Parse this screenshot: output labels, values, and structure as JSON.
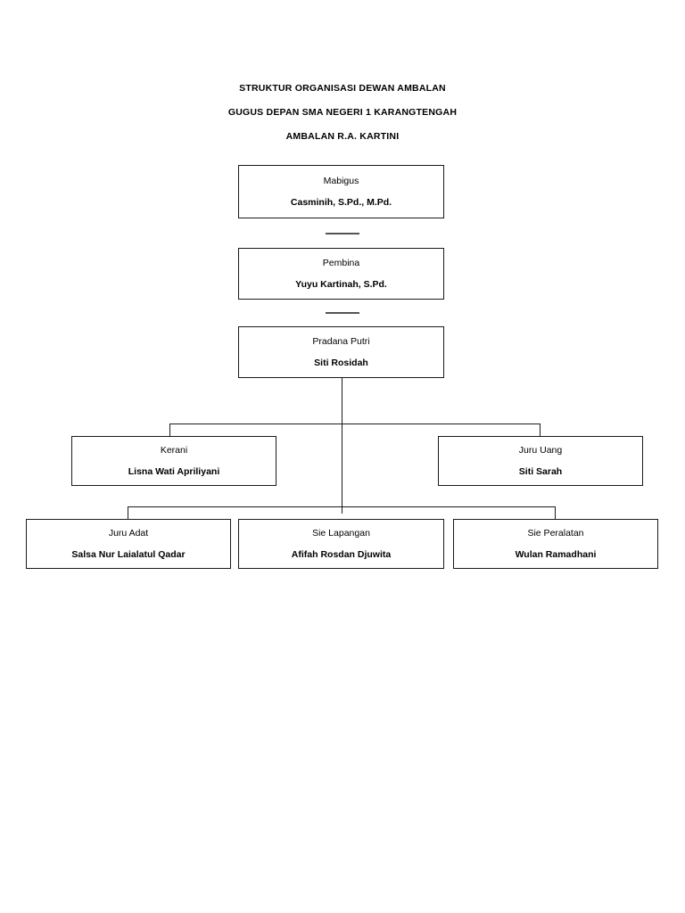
{
  "document": {
    "title_lines": [
      "STRUKTUR ORGANISASI DEWAN AMBALAN",
      "GUGUS DEPAN SMA NEGERI 1 KARANGTENGAH",
      "AMBALAN R.A. KARTINI"
    ]
  },
  "chart_data": {
    "type": "diagram",
    "diagram_kind": "organizational-chart",
    "title": "STRUKTUR ORGANISASI DEWAN AMBALAN GUGUS DEPAN SMA NEGERI 1 KARANGTENGAH AMBALAN R.A. KARTINI",
    "levels": [
      {
        "level": 1,
        "nodes": [
          {
            "id": "mabigus",
            "role": "Mabigus",
            "name": "Casminih, S.Pd., M.Pd."
          }
        ]
      },
      {
        "level": 2,
        "nodes": [
          {
            "id": "pembina",
            "role": "Pembina",
            "name": "Yuyu Kartinah, S.Pd."
          }
        ]
      },
      {
        "level": 3,
        "nodes": [
          {
            "id": "pradana_putri",
            "role": "Pradana Putri",
            "name": "Siti Rosidah"
          }
        ]
      },
      {
        "level": 4,
        "nodes": [
          {
            "id": "kerani",
            "role": "Kerani",
            "name": "Lisna Wati Apriliyani"
          },
          {
            "id": "juru_uang",
            "role": "Juru Uang",
            "name": "Siti Sarah"
          }
        ]
      },
      {
        "level": 5,
        "nodes": [
          {
            "id": "juru_adat",
            "role": "Juru Adat",
            "name": "Salsa Nur Laialatul Qadar"
          },
          {
            "id": "sie_lapangan",
            "role": "Sie Lapangan",
            "name": "Afifah Rosdan Djuwita"
          },
          {
            "id": "sie_peralatan",
            "role": "Sie Peralatan",
            "name": "Wulan Ramadhani"
          }
        ]
      }
    ],
    "edges": [
      {
        "from": "mabigus",
        "to": "pembina",
        "style": "short-dash"
      },
      {
        "from": "pembina",
        "to": "pradana_putri",
        "style": "short-dash"
      },
      {
        "from": "pradana_putri",
        "to": "kerani",
        "style": "elbow"
      },
      {
        "from": "pradana_putri",
        "to": "juru_uang",
        "style": "elbow"
      },
      {
        "from": "pradana_putri",
        "to": "juru_adat",
        "style": "elbow"
      },
      {
        "from": "pradana_putri",
        "to": "sie_lapangan",
        "style": "straight"
      },
      {
        "from": "pradana_putri",
        "to": "sie_peralatan",
        "style": "elbow"
      }
    ],
    "colors": {
      "background": "#ffffff",
      "box_border": "#1a1a1a",
      "text": "#000000",
      "connector": "#1a1a1a"
    }
  },
  "nodes": {
    "mabigus": {
      "role": "Mabigus",
      "name": "Casminih, S.Pd., M.Pd."
    },
    "pembina": {
      "role": "Pembina",
      "name": "Yuyu Kartinah, S.Pd."
    },
    "pradana_putri": {
      "role": "Pradana Putri",
      "name": "Siti Rosidah"
    },
    "kerani": {
      "role": "Kerani",
      "name": "Lisna Wati Apriliyani"
    },
    "juru_uang": {
      "role": "Juru Uang",
      "name": "Siti Sarah"
    },
    "juru_adat": {
      "role": "Juru Adat",
      "name": "Salsa Nur Laialatul Qadar"
    },
    "sie_lapangan": {
      "role": "Sie Lapangan",
      "name": "Afifah Rosdan Djuwita"
    },
    "sie_peralatan": {
      "role": "Sie Peralatan",
      "name": "Wulan Ramadhani"
    }
  }
}
